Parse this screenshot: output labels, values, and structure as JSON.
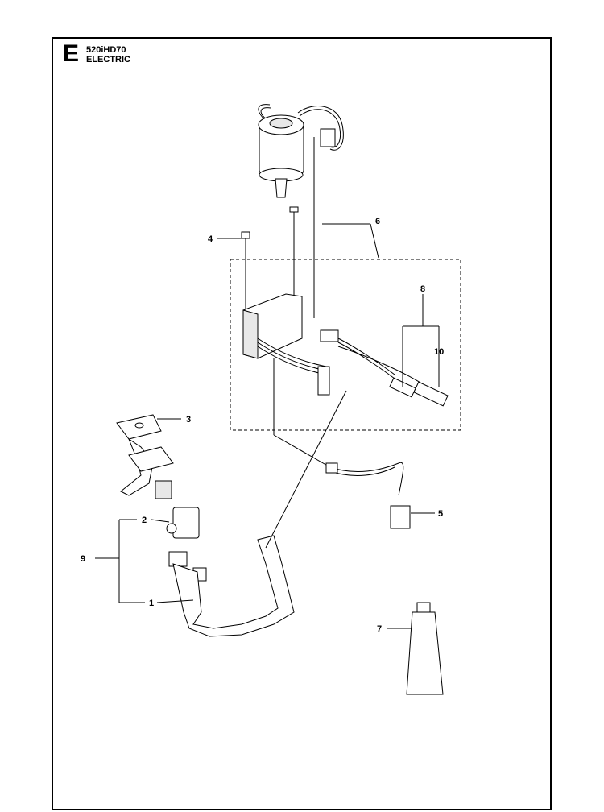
{
  "header": {
    "section_letter": "E",
    "model": "520iHD70",
    "category": "ELECTRIC"
  },
  "callouts": [
    "1",
    "2",
    "3",
    "4",
    "5",
    "6",
    "7",
    "8",
    "9",
    "10"
  ]
}
